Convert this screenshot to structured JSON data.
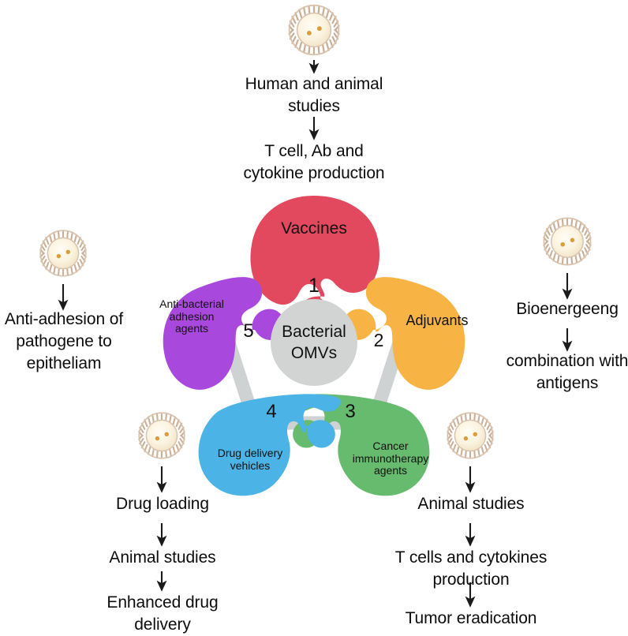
{
  "diagram": {
    "title": "Bacterial OMVs applications puzzle diagram",
    "center": {
      "label": "Bacterial\nOMVs",
      "color": "#d2d4d4"
    },
    "ring_color": "#cfd2d3",
    "pieces": [
      {
        "id": "vaccines",
        "number": "1",
        "label": "Vaccines",
        "color": "#e2495f",
        "position": "top"
      },
      {
        "id": "adjuvants",
        "number": "2",
        "label": "Adjuvants",
        "color": "#f7b343",
        "position": "right"
      },
      {
        "id": "cancer-immunotherapy-agents",
        "number": "3",
        "label": "Cancer\nimmunotherapy\nagents",
        "color": "#66bb6f",
        "position": "bottom-right"
      },
      {
        "id": "drug-delivery-vehicles",
        "number": "4",
        "label": "Drug delivery\nvehicles",
        "color": "#4cb3e6",
        "position": "bottom-left"
      },
      {
        "id": "anti-bacterial-adhesion-agents",
        "number": "5",
        "label": "Anti-bacterial\nadhesion\nagents",
        "color": "#a948dd",
        "position": "left"
      }
    ],
    "flows": {
      "top": {
        "vesicle": "omv-vesicle-icon",
        "steps": [
          "Human and animal\nstudies",
          "T cell, Ab and\ncytokine production"
        ]
      },
      "left": {
        "vesicle": "omv-vesicle-icon",
        "steps": [
          "Anti-adhesion of\npathogene to\nepitheliam"
        ]
      },
      "right": {
        "vesicle": "omv-vesicle-icon",
        "steps": [
          "Bioenergeeng",
          "combination with\nantigens"
        ]
      },
      "bottom_left": {
        "vesicle": "omv-vesicle-icon",
        "steps": [
          "Drug loading",
          "Animal studies",
          "Enhanced drug\ndelivery"
        ]
      },
      "bottom_right": {
        "vesicle": "omv-vesicle-icon",
        "steps": [
          "Animal studies",
          "T cells and cytokines\nproduction",
          "Tumor eradication"
        ]
      }
    },
    "vesicle": {
      "name": "omv-vesicle-icon",
      "core_color": "#fbf2de",
      "membrane_color": "#cbb29b",
      "cargo_color": "#d7962e"
    },
    "arrow_color": "#1a1a1a"
  }
}
